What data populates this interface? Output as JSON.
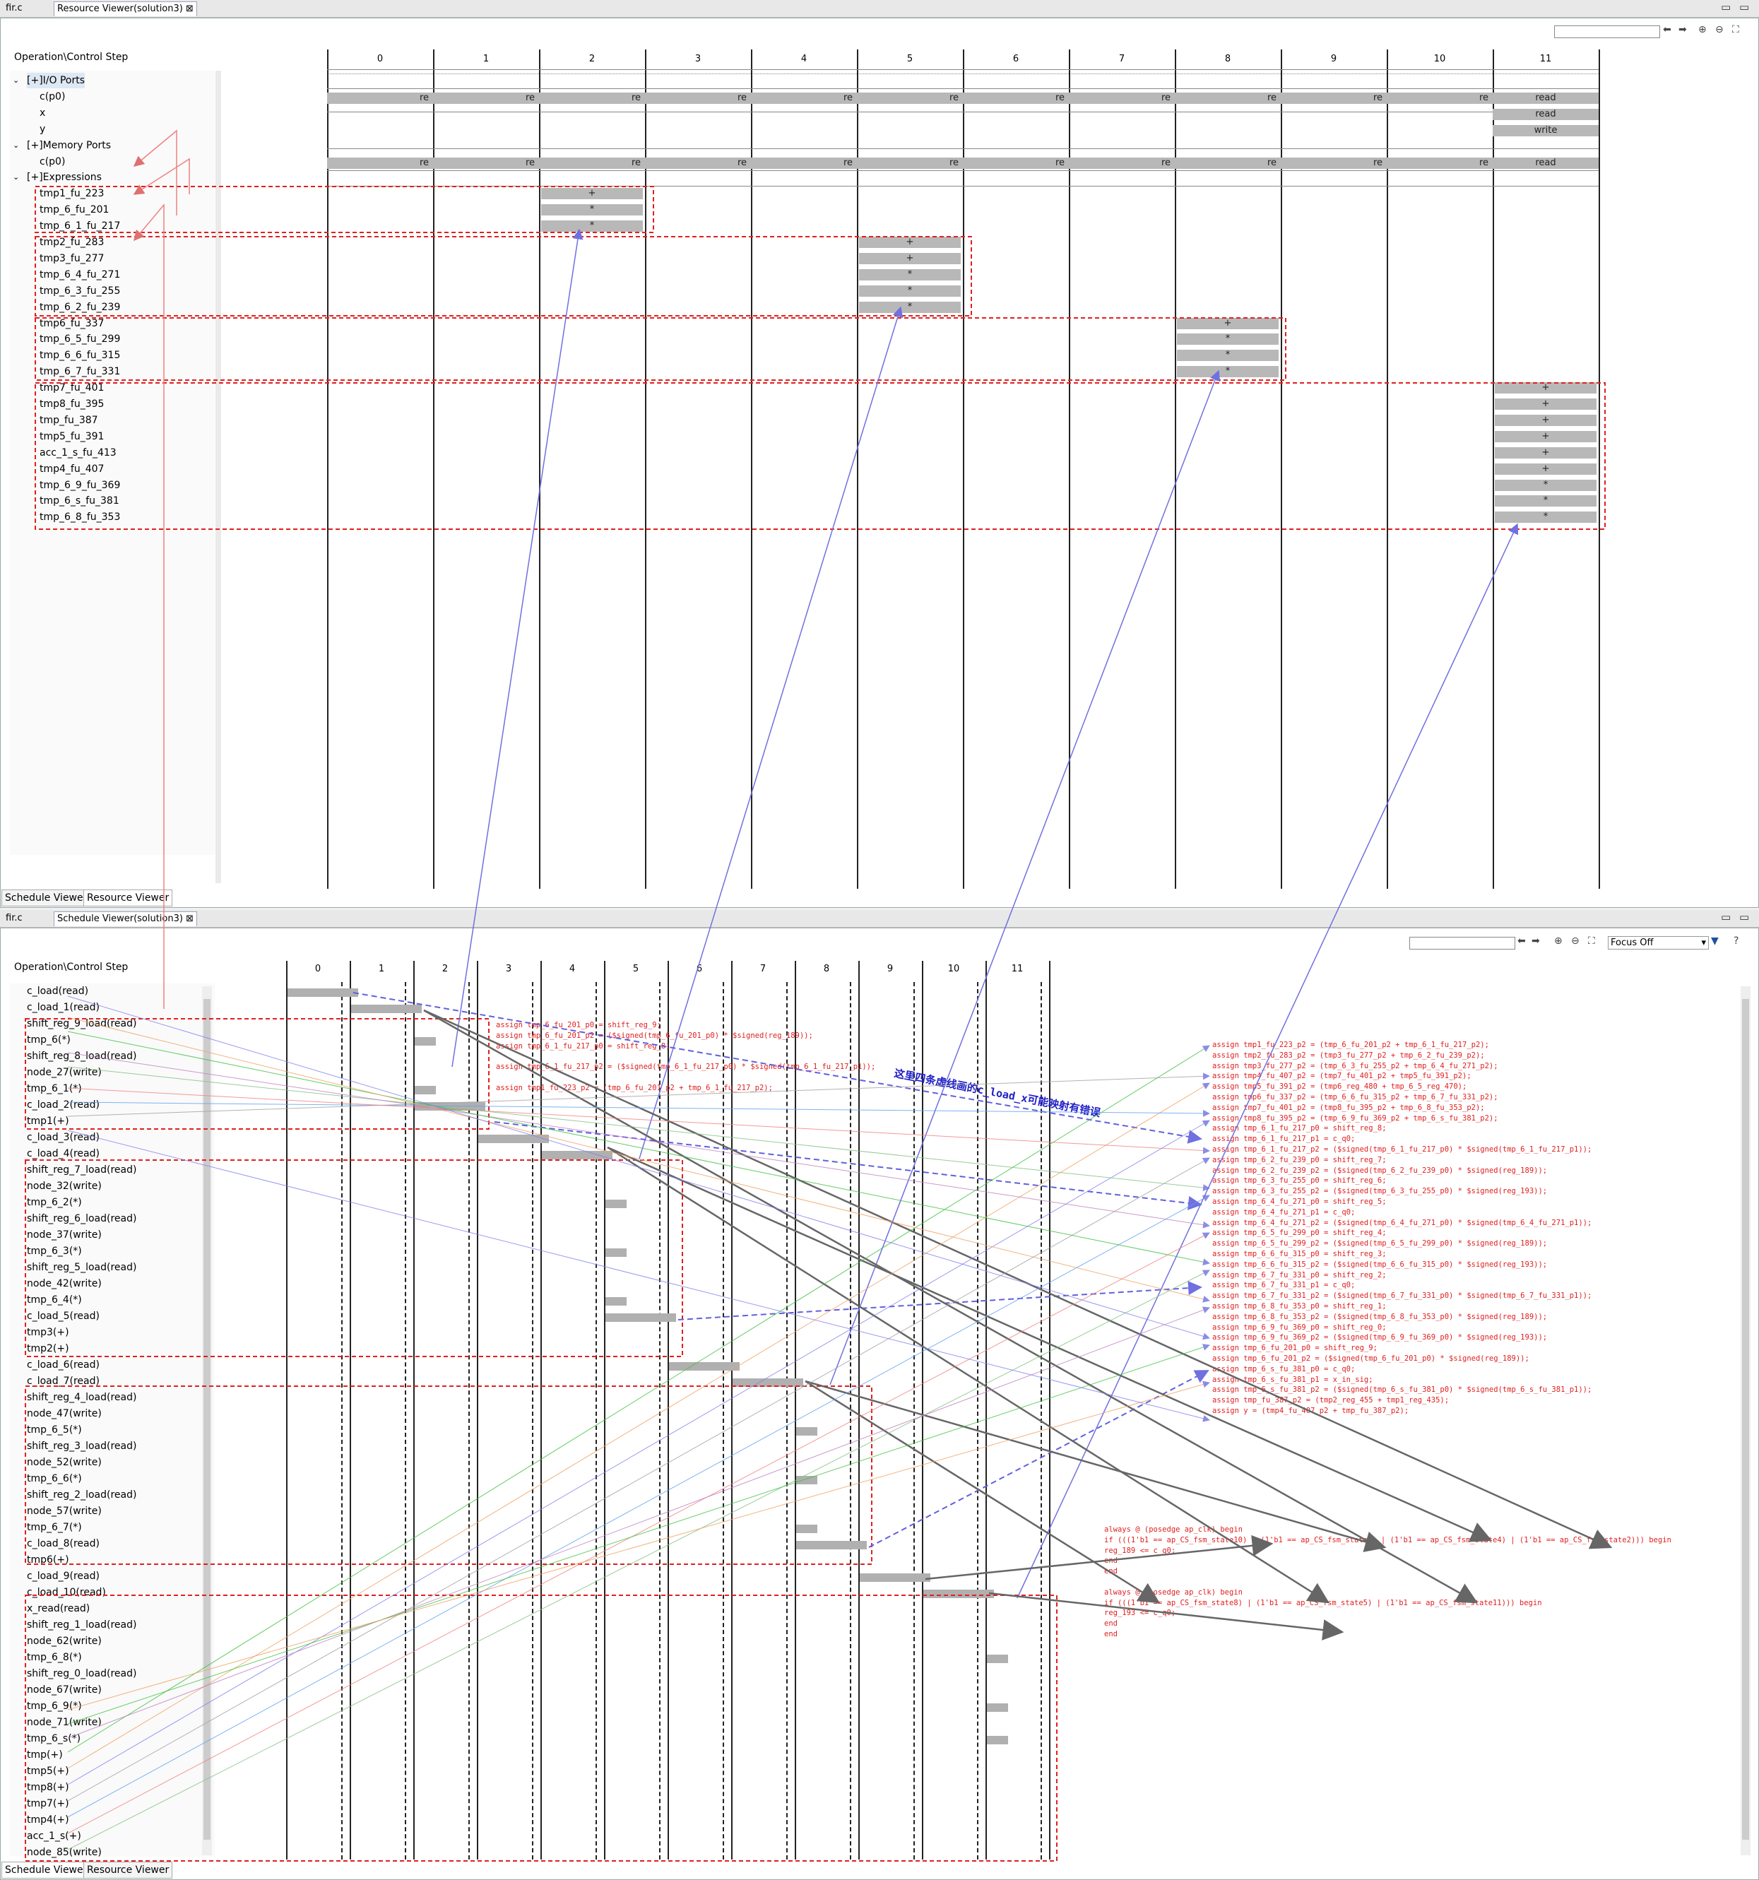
{
  "top_panel": {
    "tabs": [
      {
        "label": "fir.c"
      },
      {
        "label": "Resource Viewer(solution3)"
      }
    ],
    "header_label": "Operation\\Control Step",
    "steps": [
      "0",
      "1",
      "2",
      "3",
      "4",
      "5",
      "6",
      "7",
      "8",
      "9",
      "10",
      "11"
    ],
    "rows": [
      "[+]I/O Ports",
      "c(p0)",
      "x",
      "y",
      "[+]Memory Ports",
      "c(p0)",
      "[+]Expressions",
      "tmp1_fu_223",
      "tmp_6_fu_201",
      "tmp_6_1_fu_217",
      "tmp2_fu_283",
      "tmp3_fu_277",
      "tmp_6_4_fu_271",
      "tmp_6_3_fu_255",
      "tmp_6_2_fu_239",
      "tmp6_fu_337",
      "tmp_6_5_fu_299",
      "tmp_6_6_fu_315",
      "tmp_6_7_fu_331",
      "tmp7_fu_401",
      "tmp8_fu_395",
      "tmp_fu_387",
      "tmp5_fu_391",
      "acc_1_s_fu_413",
      "tmp4_fu_407",
      "tmp_6_9_fu_369",
      "tmp_6_s_fu_381",
      "tmp_6_8_fu_353"
    ],
    "re_label": "re",
    "read_label": "read",
    "write_label": "write",
    "ops_step2": [
      "+",
      "*",
      "*"
    ],
    "ops_step5": [
      "+",
      "+",
      "*",
      "*",
      "*"
    ],
    "ops_step8": [
      "+",
      "*",
      "*",
      "*"
    ],
    "ops_step11": [
      "+",
      "+",
      "+",
      "+",
      "+",
      "+",
      "*",
      "*",
      "*"
    ],
    "bottom_tabs": [
      "Schedule Viewer",
      "Resource Viewer"
    ]
  },
  "bottom_panel": {
    "tabs": [
      {
        "label": "fir.c"
      },
      {
        "label": "Schedule Viewer(solution3)"
      }
    ],
    "header_label": "Operation\\Control Step",
    "focus_select": "Focus Off",
    "steps": [
      "0",
      "1",
      "2",
      "3",
      "4",
      "5",
      "6",
      "7",
      "8",
      "9",
      "10",
      "11"
    ],
    "rows": [
      "c_load(read)",
      "c_load_1(read)",
      "shift_reg_9_load(read)",
      "tmp_6(*)",
      "shift_reg_8_load(read)",
      "node_27(write)",
      "tmp_6_1(*)",
      "c_load_2(read)",
      "tmp1(+)",
      "c_load_3(read)",
      "c_load_4(read)",
      "shift_reg_7_load(read)",
      "node_32(write)",
      "tmp_6_2(*)",
      "shift_reg_6_load(read)",
      "node_37(write)",
      "tmp_6_3(*)",
      "shift_reg_5_load(read)",
      "node_42(write)",
      "tmp_6_4(*)",
      "c_load_5(read)",
      "tmp3(+)",
      "tmp2(+)",
      "c_load_6(read)",
      "c_load_7(read)",
      "shift_reg_4_load(read)",
      "node_47(write)",
      "tmp_6_5(*)",
      "shift_reg_3_load(read)",
      "node_52(write)",
      "tmp_6_6(*)",
      "shift_reg_2_load(read)",
      "node_57(write)",
      "tmp_6_7(*)",
      "c_load_8(read)",
      "tmp6(+)",
      "c_load_9(read)",
      "c_load_10(read)",
      "x_read(read)",
      "shift_reg_1_load(read)",
      "node_62(write)",
      "tmp_6_8(*)",
      "shift_reg_0_load(read)",
      "node_67(write)",
      "tmp_6_9(*)",
      "node_71(write)",
      "tmp_6_s(*)",
      "tmp(+)",
      "tmp5(+)",
      "tmp8(+)",
      "tmp7(+)",
      "tmp4(+)",
      "acc_1_s(+)",
      "node_85(write)"
    ],
    "bottom_tabs": [
      "Schedule Viewer",
      "Resource Viewer"
    ],
    "annotation_left": [
      "assign tmp_6_fu_201_p0 = shift_reg_9;",
      "assign tmp_6_fu_201_p2 = ($signed(tmp_6_fu_201_p0) * $signed(reg_189));",
      "assign tmp_6_1_fu_217_p0 = shift_reg_8;",
      "",
      "assign tmp_6_1_fu_217_p2 = ($signed(tmp_6_1_fu_217_p0) * $signed(tmp_6_1_fu_217_p1));",
      "",
      "assign tmp1_fu_223_p2 = (tmp_6_fu_201_p2 + tmp_6_1_fu_217_p2);"
    ],
    "annotation_right": [
      "assign tmp1_fu_223_p2 = (tmp_6_fu_201_p2 + tmp_6_1_fu_217_p2);",
      "assign tmp2_fu_283_p2 = (tmp3_fu_277_p2 + tmp_6_2_fu_239_p2);",
      "assign tmp3_fu_277_p2 = (tmp_6_3_fu_255_p2 + tmp_6_4_fu_271_p2);",
      "assign tmp4_fu_407_p2 = (tmp7_fu_401_p2 + tmp5_fu_391_p2);",
      "assign tmp5_fu_391_p2 = (tmp6_reg_480 + tmp_6_5_reg_470);",
      "assign tmp6_fu_337_p2 = (tmp_6_6_fu_315_p2 + tmp_6_7_fu_331_p2);",
      "assign tmp7_fu_401_p2 = (tmp8_fu_395_p2 + tmp_6_8_fu_353_p2);",
      "assign tmp8_fu_395_p2 = (tmp_6_9_fu_369_p2 + tmp_6_s_fu_381_p2);",
      "assign tmp_6_1_fu_217_p0 = shift_reg_8;",
      "assign tmp_6_1_fu_217_p1 = c_q0;",
      "assign tmp_6_1_fu_217_p2 = ($signed(tmp_6_1_fu_217_p0) * $signed(tmp_6_1_fu_217_p1));",
      "assign tmp_6_2_fu_239_p0 = shift_reg_7;",
      "assign tmp_6_2_fu_239_p2 = ($signed(tmp_6_2_fu_239_p0) * $signed(reg_189));",
      "assign tmp_6_3_fu_255_p0 = shift_reg_6;",
      "assign tmp_6_3_fu_255_p2 = ($signed(tmp_6_3_fu_255_p0) * $signed(reg_193));",
      "assign tmp_6_4_fu_271_p0 = shift_reg_5;",
      "assign tmp_6_4_fu_271_p1 = c_q0;",
      "assign tmp_6_4_fu_271_p2 = ($signed(tmp_6_4_fu_271_p0) * $signed(tmp_6_4_fu_271_p1));",
      "assign tmp_6_5_fu_299_p0 = shift_reg_4;",
      "assign tmp_6_5_fu_299_p2 = ($signed(tmp_6_5_fu_299_p0) * $signed(reg_189));",
      "assign tmp_6_6_fu_315_p0 = shift_reg_3;",
      "assign tmp_6_6_fu_315_p2 = ($signed(tmp_6_6_fu_315_p0) * $signed(reg_193));",
      "assign tmp_6_7_fu_331_p0 = shift_reg_2;",
      "assign tmp_6_7_fu_331_p1 = c_q0;",
      "assign tmp_6_7_fu_331_p2 = ($signed(tmp_6_7_fu_331_p0) * $signed(tmp_6_7_fu_331_p1));",
      "assign tmp_6_8_fu_353_p0 = shift_reg_1;",
      "assign tmp_6_8_fu_353_p2 = ($signed(tmp_6_8_fu_353_p0) * $signed(reg_189));",
      "assign tmp_6_9_fu_369_p0 = shift_reg_0;",
      "assign tmp_6_9_fu_369_p2 = ($signed(tmp_6_9_fu_369_p0) * $signed(reg_193));",
      "assign tmp_6_fu_201_p0 = shift_reg_9;",
      "assign tmp_6_fu_201_p2 = ($signed(tmp_6_fu_201_p0) * $signed(reg_189));",
      "assign tmp_6_s_fu_381_p0 = c_q0;",
      "assign tmp_6_s_fu_381_p1 = x_in_sig;",
      "assign tmp_6_s_fu_381_p2 = ($signed(tmp_6_s_fu_381_p0) * $signed(tmp_6_s_fu_381_p1));",
      "assign tmp_fu_387_p2 = (tmp2_reg_455 + tmp1_reg_435);",
      "assign y = (tmp4_fu_407_p2 + tmp_fu_387_p2);"
    ],
    "always_block": [
      "always @ (posedge ap_clk) begin",
      "    if (((1'b1 == ap_CS_fsm_state10) | (1'b1 == ap_CS_fsm_state7) | (1'b1 == ap_CS_fsm_state4) | (1'b1 == ap_CS_fsm_state2))) begin",
      "        reg_189 <= c_q0;",
      "    end",
      "end",
      "",
      "always @ (posedge ap_clk) begin",
      "    if (((1'b1 == ap_CS_fsm_state8) | (1'b1 == ap_CS_fsm_state5) | (1'b1 == ap_CS_fsm_state11))) begin",
      "        reg_193 <= c_q0;",
      "    end",
      "end"
    ],
    "note": "这里四条虚线画的c_load_x可能映射有错误"
  },
  "colors": {
    "bar": "#b8b8b8",
    "red_box": "#e02020",
    "blue_arrow": "#7070e0",
    "dark_arrow": "#555555"
  }
}
